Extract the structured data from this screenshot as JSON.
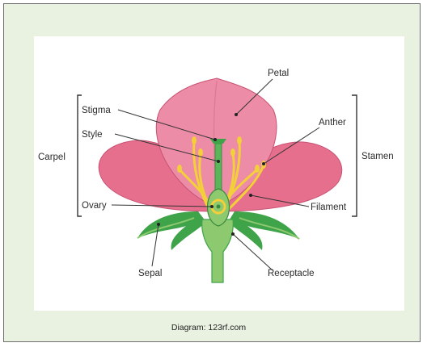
{
  "labels": {
    "petal": "Petal",
    "stigma": "Stigma",
    "style": "Style",
    "anther": "Anther",
    "carpel": "Carpel",
    "stamen": "Stamen",
    "ovary": "Ovary",
    "filament": "Filament",
    "sepal": "Sepal",
    "receptacle": "Receptacle"
  },
  "credit": "Diagram: 123rf.com",
  "colors": {
    "background": "#e9f1e0",
    "petal": "#e66f8e",
    "petal_light": "#f29db3",
    "green": "#3fa34a",
    "green_light": "#8cc96f",
    "stamen": "#f3cf3a"
  }
}
